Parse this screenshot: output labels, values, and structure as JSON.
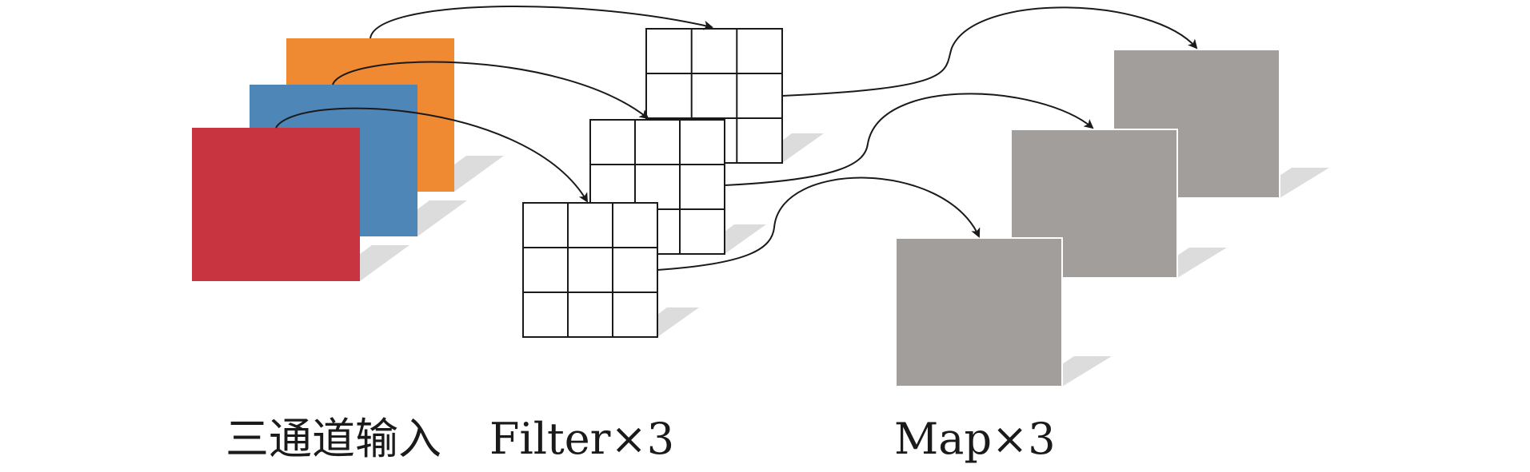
{
  "labels": {
    "input": "三通道输入",
    "filter": "Filter×3",
    "map": "Map×3"
  },
  "colors": {
    "input_channels": [
      "#f08a32",
      "#4f86b8",
      "#c83440"
    ],
    "filter_fill": "#ffffff",
    "filter_line": "#1a1a1a",
    "map_fill": "#a29e9c",
    "shadow": "#dcdcdc",
    "arrow": "#1a1a1a"
  }
}
